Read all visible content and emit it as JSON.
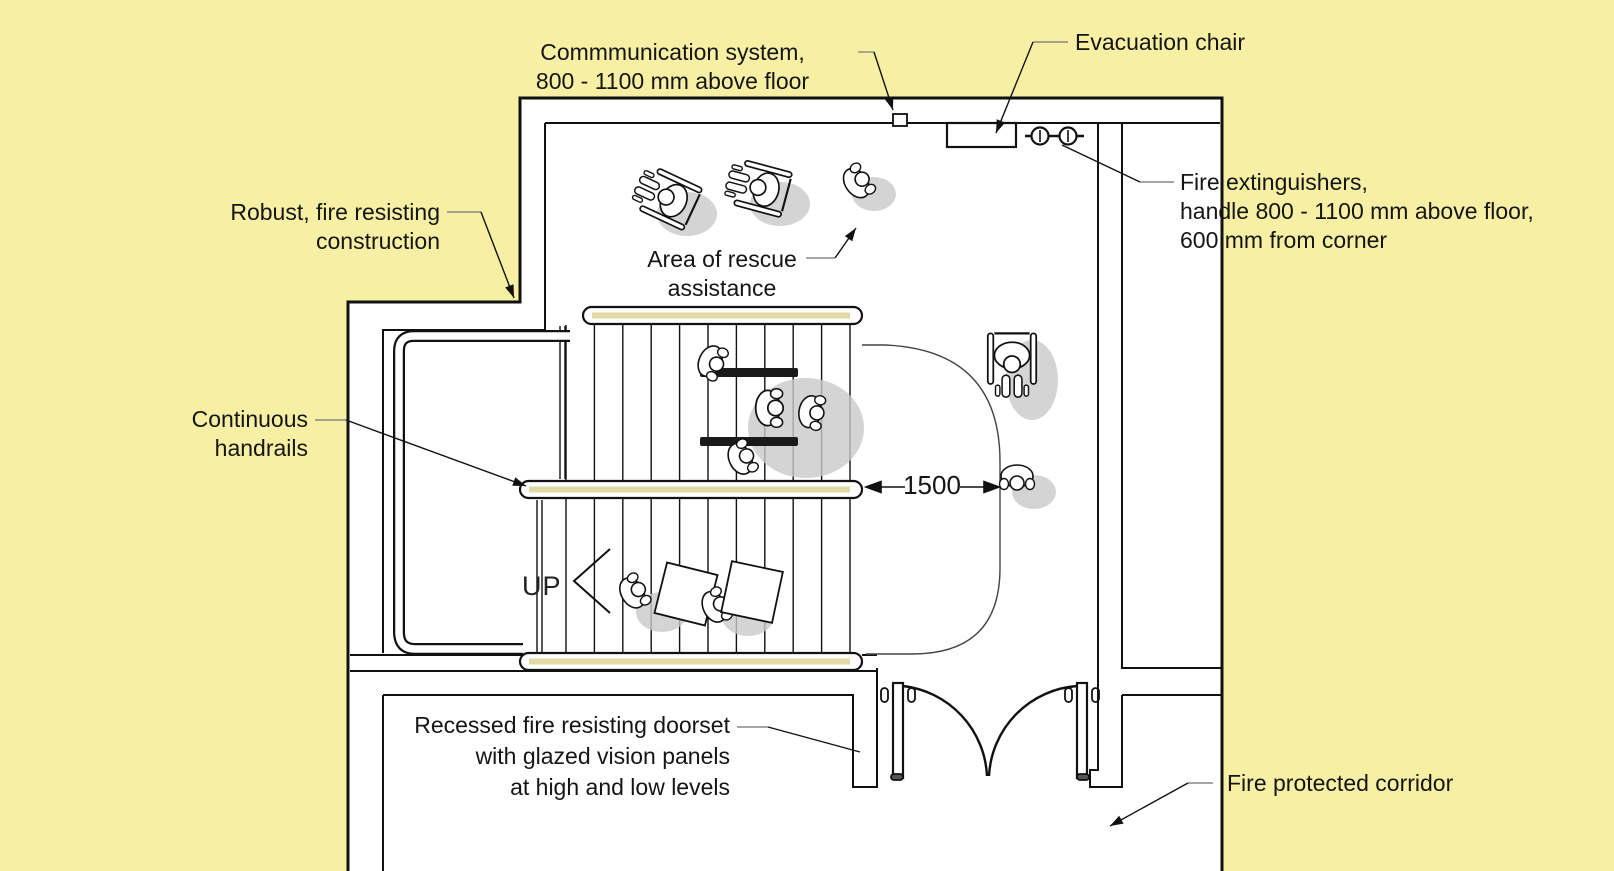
{
  "diagram": {
    "title": "Fire evacuation stair and refuge area plan",
    "labels": {
      "communication": {
        "lines": [
          "Commmunication system,",
          "800 - 1100 mm above floor"
        ]
      },
      "evacuation_chair": {
        "text": "Evacuation chair"
      },
      "fire_extinguishers": {
        "lines": [
          "Fire extinguishers,",
          "handle 800 - 1100 mm above floor,",
          "600 mm from corner"
        ]
      },
      "robust_construction": {
        "lines": [
          "Robust, fire resisting",
          "construction"
        ]
      },
      "rescue_area": {
        "lines": [
          "Area of rescue",
          "assistance"
        ]
      },
      "continuous_handrails": {
        "lines": [
          "Continuous",
          "handrails"
        ]
      },
      "doorset": {
        "lines": [
          "Recessed fire resisting doorset",
          "with glazed vision panels",
          "at high and low levels"
        ]
      },
      "corridor": {
        "text": "Fire protected corridor"
      },
      "stair_direction": "UP",
      "dimension": {
        "value": "1500"
      }
    },
    "icons": [
      "evacuation-chair-marker",
      "fire-extinguisher-symbol",
      "communication-device-marker",
      "up-direction-chevron",
      "dimension-arrows",
      "double-swing-doors",
      "wheelchair-user-figure",
      "person-figure"
    ],
    "colors": {
      "background": "#F7F0A4",
      "wall_line": "#111111",
      "rail_fill": "#E2DAa5",
      "shadow": "#C9C9C9",
      "leader_gray": "#888888",
      "paper": "#FFFFFF"
    }
  }
}
